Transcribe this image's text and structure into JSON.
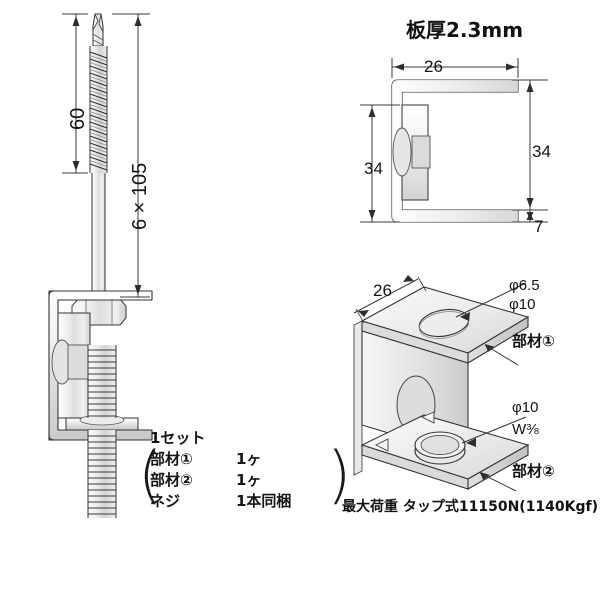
{
  "title": "板厚2.3mm",
  "screw_view": {
    "name": "self-drilling-screw",
    "dim_thread_length": "60",
    "dim_overall": "6 × 105"
  },
  "side_view": {
    "name": "bracket-side-view",
    "dim_width_top": "26",
    "dim_height_left": "34",
    "dim_height_right": "34",
    "dim_bottom_offset": "7"
  },
  "iso_view": {
    "name": "bracket-isometric-view",
    "dim_width": "26",
    "hole_top_1": "φ6.5",
    "hole_top_2": "φ10",
    "hole_bottom_1": "φ10",
    "hole_bottom_2": "W⅜",
    "part_label_top": "部材①",
    "part_label_bottom": "部材②"
  },
  "parts_list": {
    "heading": "1セット",
    "rows": [
      {
        "name": "部材①",
        "qty": "1ヶ"
      },
      {
        "name": "部材②",
        "qty": "1ヶ"
      },
      {
        "name": "ネジ",
        "qty": "1本同梱"
      }
    ]
  },
  "load_note": "最大荷重 タップ式11150N(1140Kgf)",
  "colors": {
    "line": "#3a3a3a",
    "metal_light": "#f2f2f2",
    "metal_mid": "#dcdcdc",
    "metal_dark": "#c4c4c4",
    "text": "#141414",
    "background": "#ffffff"
  }
}
